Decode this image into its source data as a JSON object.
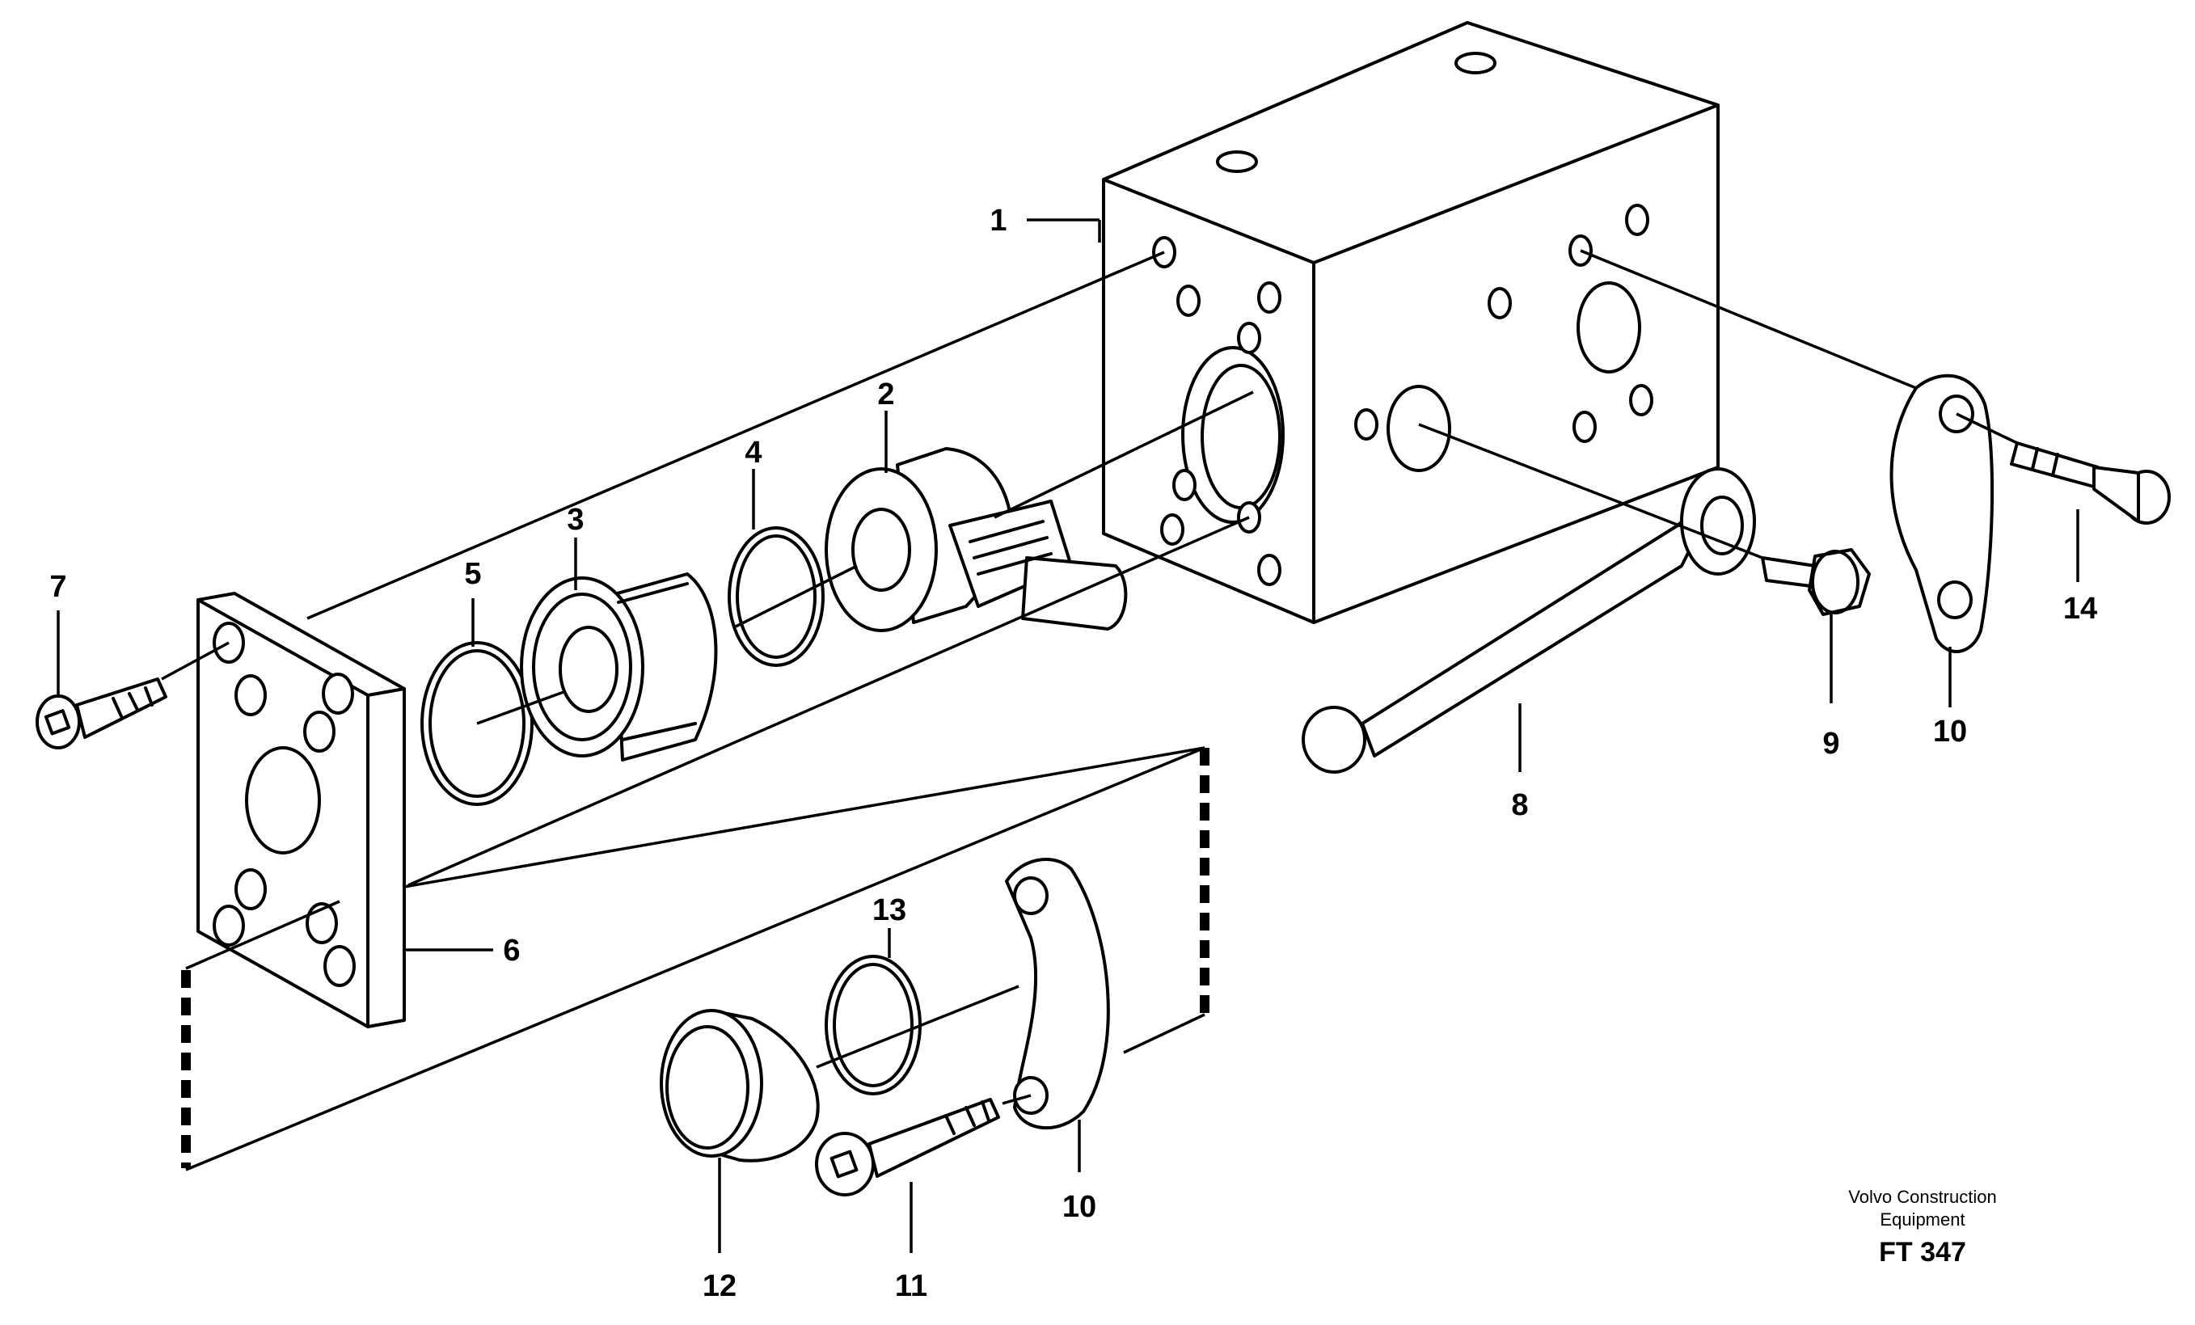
{
  "callouts": {
    "c1": "1",
    "c2": "2",
    "c3": "3",
    "c4": "4",
    "c5": "5",
    "c6": "6",
    "c7": "7",
    "c8": "8",
    "c9": "9",
    "c10a": "10",
    "c10b": "10",
    "c11": "11",
    "c12": "12",
    "c13": "13",
    "c14": "14"
  },
  "credit": {
    "line1": "Volvo Construction",
    "line2": "Equipment",
    "code": "FT 347"
  }
}
